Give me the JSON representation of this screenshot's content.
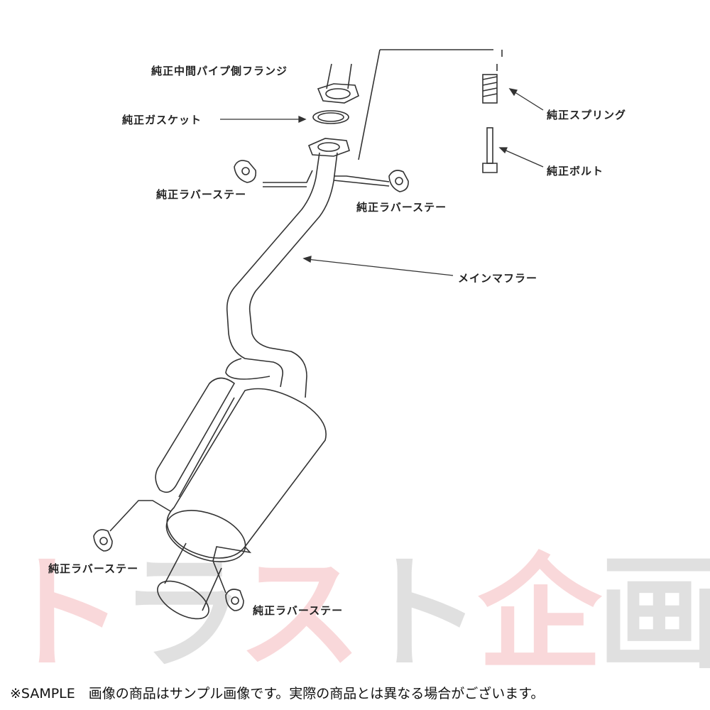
{
  "watermark": {
    "chars": [
      "ト",
      "ラ",
      "ス",
      "ト",
      "企",
      "画"
    ],
    "text": "トラスト企画"
  },
  "labels": {
    "flange": "純正中間パイプ側フランジ",
    "gasket": "純正ガスケット",
    "spring": "純正スプリング",
    "bolt": "純正ボルト",
    "main_muffler": "メインマフラー",
    "rubber_stay_1": "純正ラバーステー",
    "rubber_stay_2": "純正ラバーステー",
    "rubber_stay_3": "純正ラバーステー",
    "rubber_stay_4": "純正ラバーステー"
  },
  "footer": "※SAMPLE　画像の商品はサンプル画像です。実際の商品とは異なる場合がございます。"
}
